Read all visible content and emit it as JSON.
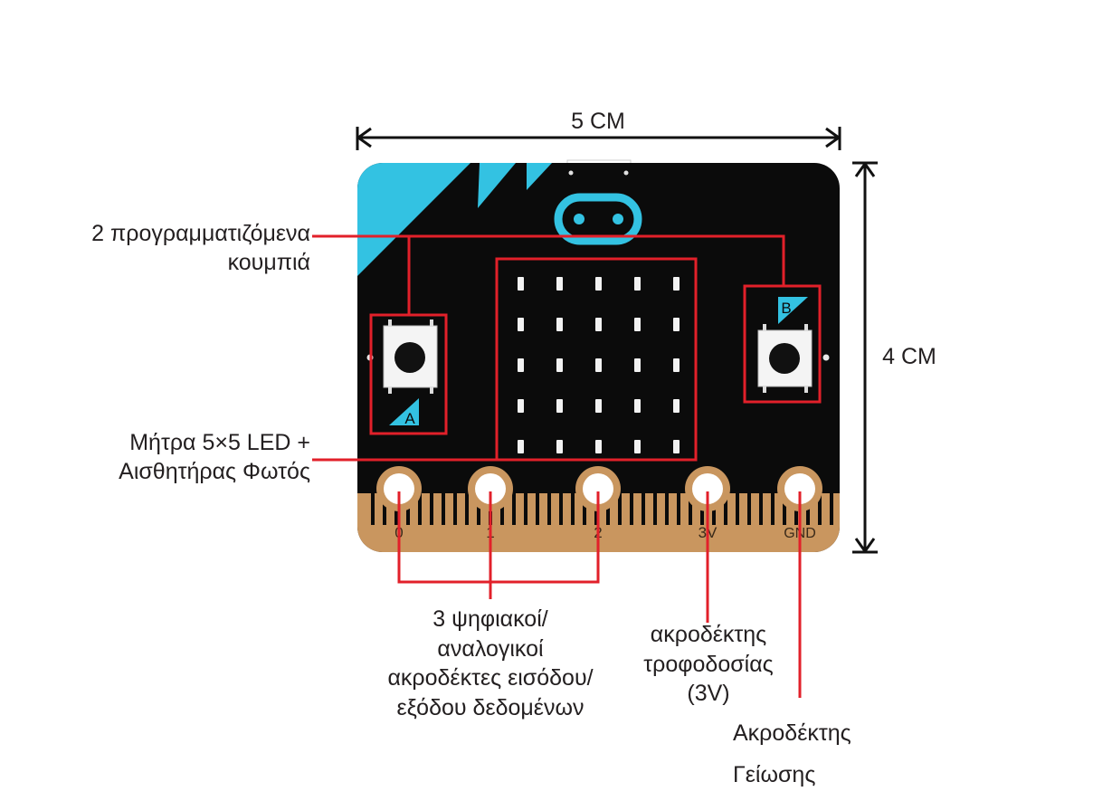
{
  "dimensions": {
    "width_label": "5 CM",
    "height_label": "4 CM"
  },
  "labels": {
    "buttons": [
      "2 προγραμματιζόμενα",
      "κουμπιά"
    ],
    "matrix": [
      "Μήτρα 5×5 LED +",
      "Αισθητήρας Φωτός"
    ],
    "io_pins": [
      "3 ψηφιακοί/",
      "αναλογικοί",
      "ακροδέκτες εισόδου/",
      "εξόδου δεδομένων"
    ],
    "power_pin": [
      "ακροδέκτης",
      "τροφοδοσίας",
      "(3V)"
    ],
    "ground_pin": [
      "Ακροδέκτης",
      "Γείωσης"
    ]
  },
  "board": {
    "button_a_label": "A",
    "button_b_label": "B",
    "pin_labels": [
      "0",
      "1",
      "2",
      "3V",
      "GND"
    ],
    "led_rows": 5,
    "led_cols": 5
  },
  "colors": {
    "board": "#0b0b0b",
    "accent": "#33c2e2",
    "edge_connector": "#c9965f",
    "callout": "#e2202a",
    "led": "#f2f2f2",
    "dimension_line": "#111111"
  }
}
